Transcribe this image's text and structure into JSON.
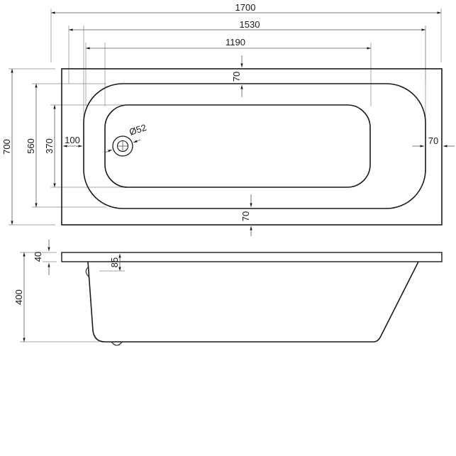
{
  "drawing": {
    "title": "Bathtub technical drawing",
    "views": [
      "plan-view",
      "side-elevation"
    ],
    "line_color": "#1a1a1a",
    "background": "#ffffff"
  },
  "plan_view": {
    "dimensions": {
      "overall_length": "1700",
      "outer_basin_length": "1530",
      "inner_basin_length": "1190",
      "overall_width": "700",
      "outer_basin_width": "560",
      "inner_basin_width": "370",
      "rim_top": "70",
      "rim_bottom": "70",
      "rim_right": "70",
      "rim_left": "100",
      "drain_diameter": "Ø52"
    }
  },
  "side_view": {
    "dimensions": {
      "total_height": "400",
      "rim_thickness": "40",
      "overflow_offset": "85"
    }
  }
}
